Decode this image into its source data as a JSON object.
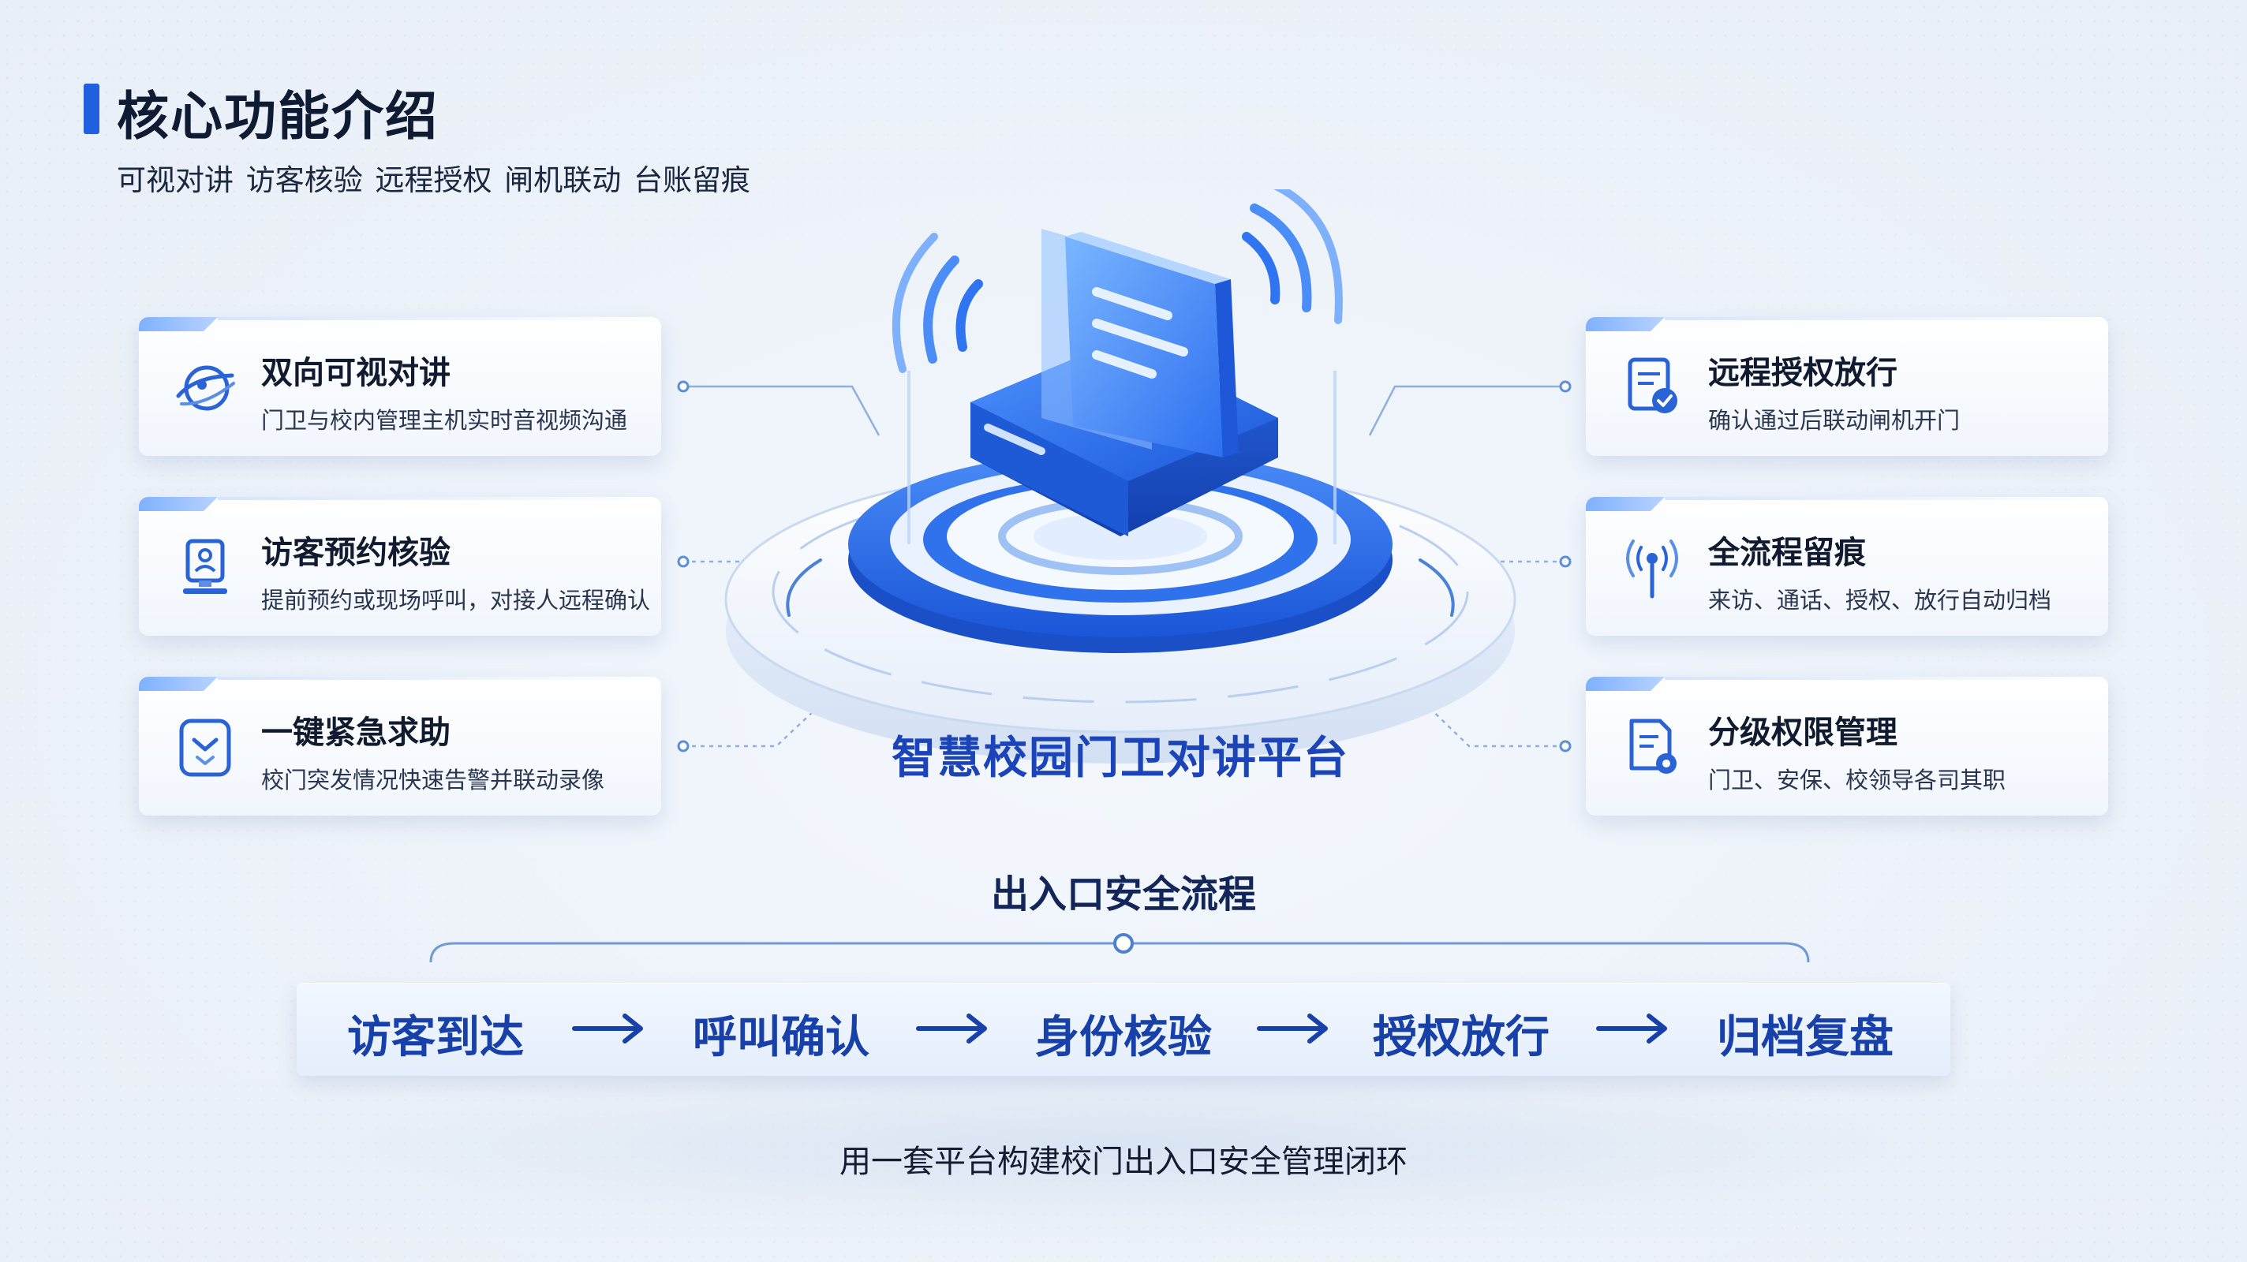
{
  "header": {
    "title": "核心功能介绍",
    "subtitle": "可视对讲 访客核验 远程授权 闸机联动 台账留痕"
  },
  "left_features": [
    {
      "icon": "two-way-call-icon",
      "title": "双向可视对讲",
      "desc": "门卫与校内管理主机实时音视频沟通"
    },
    {
      "icon": "visitor-id-icon",
      "title": "访客预约核验",
      "desc": "提前预约或现场呼叫，对接人远程确认"
    },
    {
      "icon": "emergency-shield-icon",
      "title": "一键紧急求助",
      "desc": "校门突发情况快速告警并联动录像"
    }
  ],
  "right_features": [
    {
      "icon": "remote-approval-icon",
      "title": "远程授权放行",
      "desc": "确认通过后联动闸机开门"
    },
    {
      "icon": "signal-tower-icon",
      "title": "全流程留痕",
      "desc": "来访、通话、授权、放行自动归档"
    },
    {
      "icon": "permission-document-icon",
      "title": "分级权限管理",
      "desc": "门卫、安保、校领导各司其职"
    }
  ],
  "platform": {
    "title": "智慧校园门卫对讲平台"
  },
  "flow": {
    "heading": "出入口安全流程",
    "steps": [
      "访客到达",
      "呼叫确认",
      "身份核验",
      "授权放行",
      "归档复盘"
    ]
  },
  "footer": "用一套平台构建校门出入口安全管理闭环",
  "colors": {
    "accent": "#1f5fe0",
    "flow_text": "#1740a8",
    "platform_text": "#1a44b8"
  }
}
